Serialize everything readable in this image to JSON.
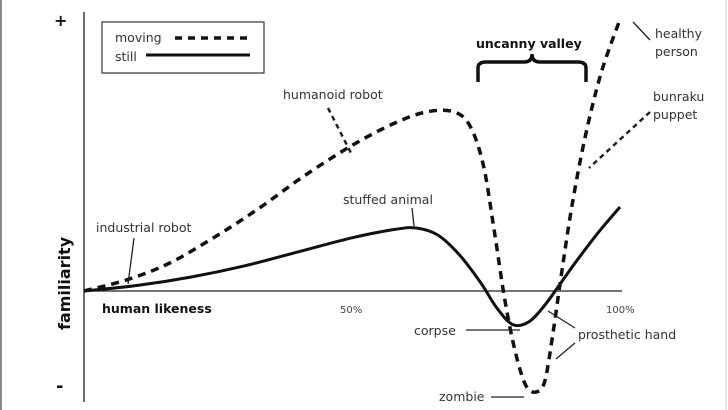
{
  "chart_data": {
    "type": "line",
    "title": "",
    "xlabel": "human likeness",
    "ylabel": "familiarity",
    "xlim": [
      0,
      100
    ],
    "ylim": [
      -40,
      100
    ],
    "x_tick_labels": [
      "50%",
      "100%"
    ],
    "y_tick_labels": [
      "+",
      "-"
    ],
    "legend": {
      "placement": "top-left",
      "entries": [
        "moving",
        "still"
      ]
    },
    "series": [
      {
        "name": "still",
        "style": "solid",
        "points": [
          [
            0,
            0
          ],
          [
            10,
            2
          ],
          [
            20,
            5
          ],
          [
            30,
            9
          ],
          [
            40,
            14
          ],
          [
            50,
            19
          ],
          [
            58,
            22
          ],
          [
            62,
            22.5
          ],
          [
            66,
            20
          ],
          [
            70,
            13
          ],
          [
            74,
            3
          ],
          [
            77,
            -6
          ],
          [
            80,
            -12
          ],
          [
            83,
            -11
          ],
          [
            86,
            -5
          ],
          [
            89,
            3
          ],
          [
            92,
            11
          ],
          [
            96,
            21
          ],
          [
            100,
            30
          ]
        ]
      },
      {
        "name": "moving",
        "style": "dashed",
        "points": [
          [
            0,
            0
          ],
          [
            8,
            4
          ],
          [
            16,
            10
          ],
          [
            25,
            20
          ],
          [
            33,
            30
          ],
          [
            41,
            41
          ],
          [
            50,
            52
          ],
          [
            58,
            60
          ],
          [
            64,
            64
          ],
          [
            69,
            64
          ],
          [
            72,
            59
          ],
          [
            74.5,
            45
          ],
          [
            76.5,
            22
          ],
          [
            78.5,
            -3
          ],
          [
            80.5,
            -22
          ],
          [
            82.5,
            -34
          ],
          [
            84.5,
            -36
          ],
          [
            86,
            -32
          ],
          [
            87.5,
            -15
          ],
          [
            89,
            5
          ],
          [
            91,
            30
          ],
          [
            93.5,
            55
          ],
          [
            96.5,
            78
          ],
          [
            100,
            97
          ]
        ]
      }
    ],
    "annotations": [
      "industrial robot",
      "humanoid robot",
      "stuffed animal",
      "uncanny valley",
      "healthy person",
      "bunraku puppet",
      "corpse",
      "prosthetic hand",
      "zombie"
    ]
  },
  "labels": {
    "plus": "+",
    "minus": "-",
    "legend_moving": "moving",
    "legend_still": "still",
    "x_axis": "human likeness",
    "y_axis": "familiarity",
    "tick_50": "50%",
    "tick_100": "100%",
    "industrial_robot": "industrial robot",
    "humanoid_robot": "humanoid robot",
    "stuffed_animal": "stuffed animal",
    "uncanny_valley": "uncanny valley",
    "healthy_1": "healthy",
    "healthy_2": "person",
    "bunraku_1": "bunraku",
    "bunraku_2": "puppet",
    "corpse": "corpse",
    "prosthetic_hand": "prosthetic hand",
    "zombie": "zombie"
  }
}
